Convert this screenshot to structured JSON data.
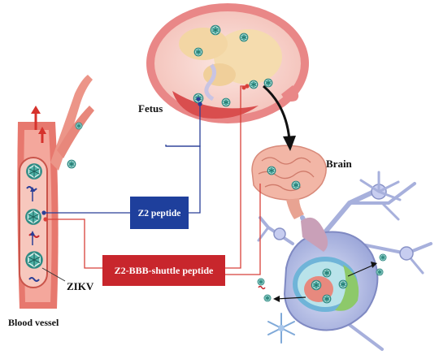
{
  "labels": {
    "fetus": "Fetus",
    "brain": "Brain",
    "zikv": "ZIKV",
    "blood_vessel": "Blood vessel"
  },
  "boxes": {
    "z2": "Z2 peptide",
    "shuttle": "Z2-BBB-shuttle peptide"
  },
  "colors": {
    "z2_box": "#1e3f9c",
    "shuttle_box": "#c8262c",
    "z2_line": "#2a3f97",
    "shuttle_line": "#d8413a",
    "vessel": "#e7786e",
    "uterus": "#e98787",
    "neuron": "#a7b0dc",
    "brain": "#f2b6a6",
    "virus": "#2e8b84"
  }
}
